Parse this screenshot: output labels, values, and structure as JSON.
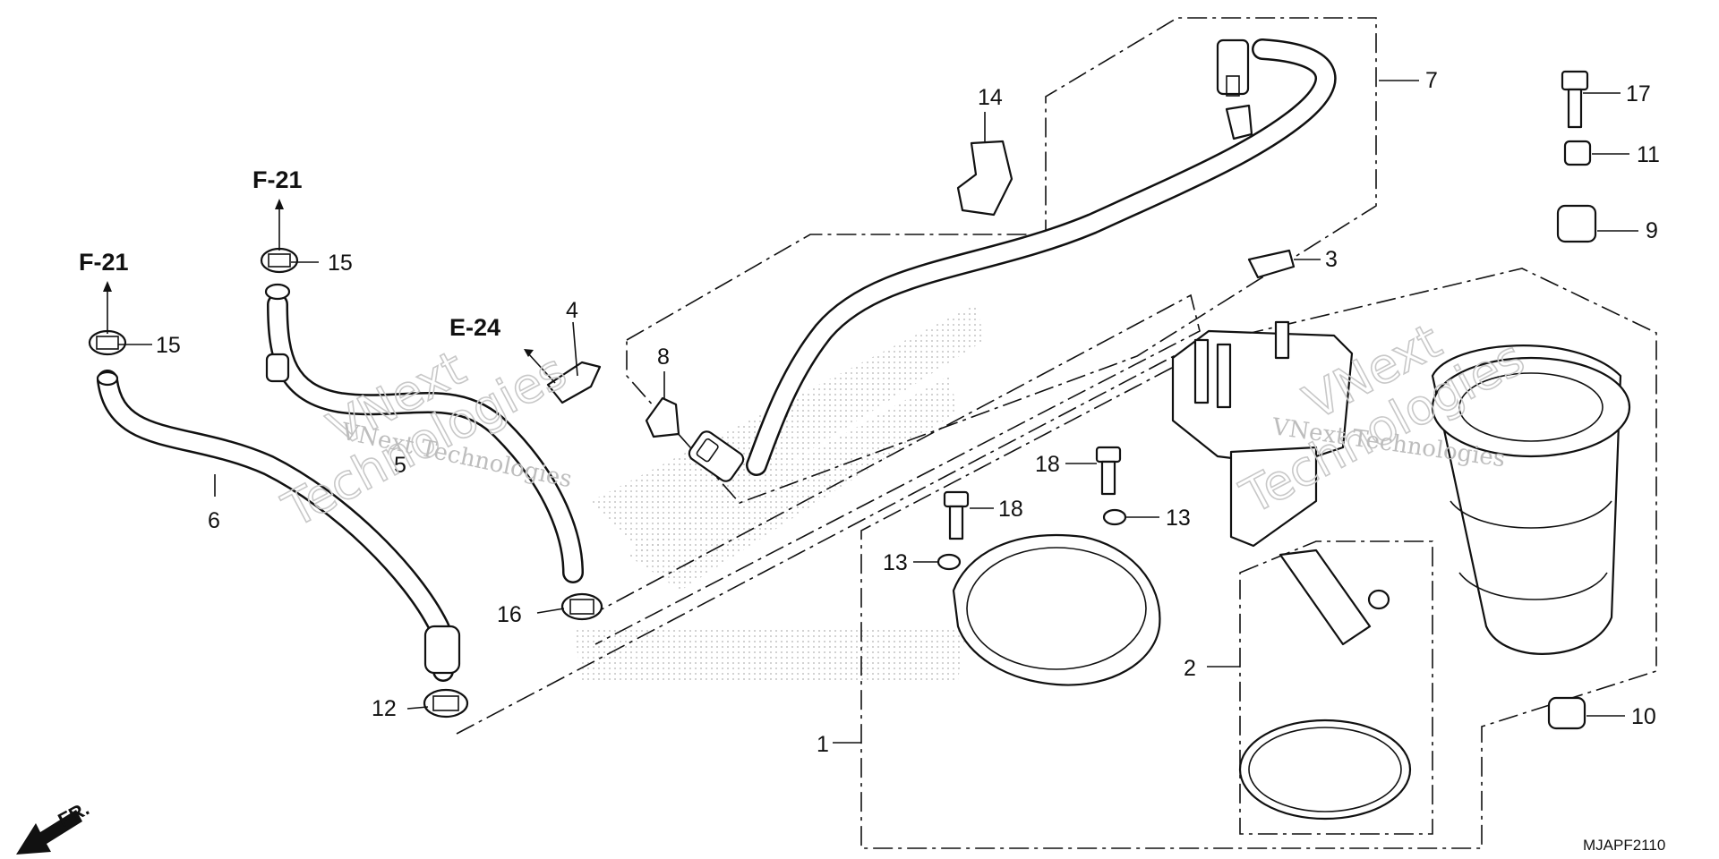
{
  "callouts": {
    "p1": "1",
    "p2": "2",
    "p3": "3",
    "p4": "4",
    "p5": "5",
    "p6": "6",
    "p7": "7",
    "p8": "8",
    "p9": "9",
    "p10": "10",
    "p11": "11",
    "p12": "12",
    "p13a": "13",
    "p13b": "13",
    "p14": "14",
    "p15a": "15",
    "p15b": "15",
    "p16": "16",
    "p17": "17",
    "p18a": "18",
    "p18b": "18"
  },
  "refs": {
    "f21a": "F-21",
    "f21b": "F-21",
    "e24": "E-24"
  },
  "front_label": "FR.",
  "diagram_code": "MJAPF2110",
  "watermark": {
    "company": "VNext Technologies",
    "word1": "VNext",
    "word2": "Technologies"
  }
}
